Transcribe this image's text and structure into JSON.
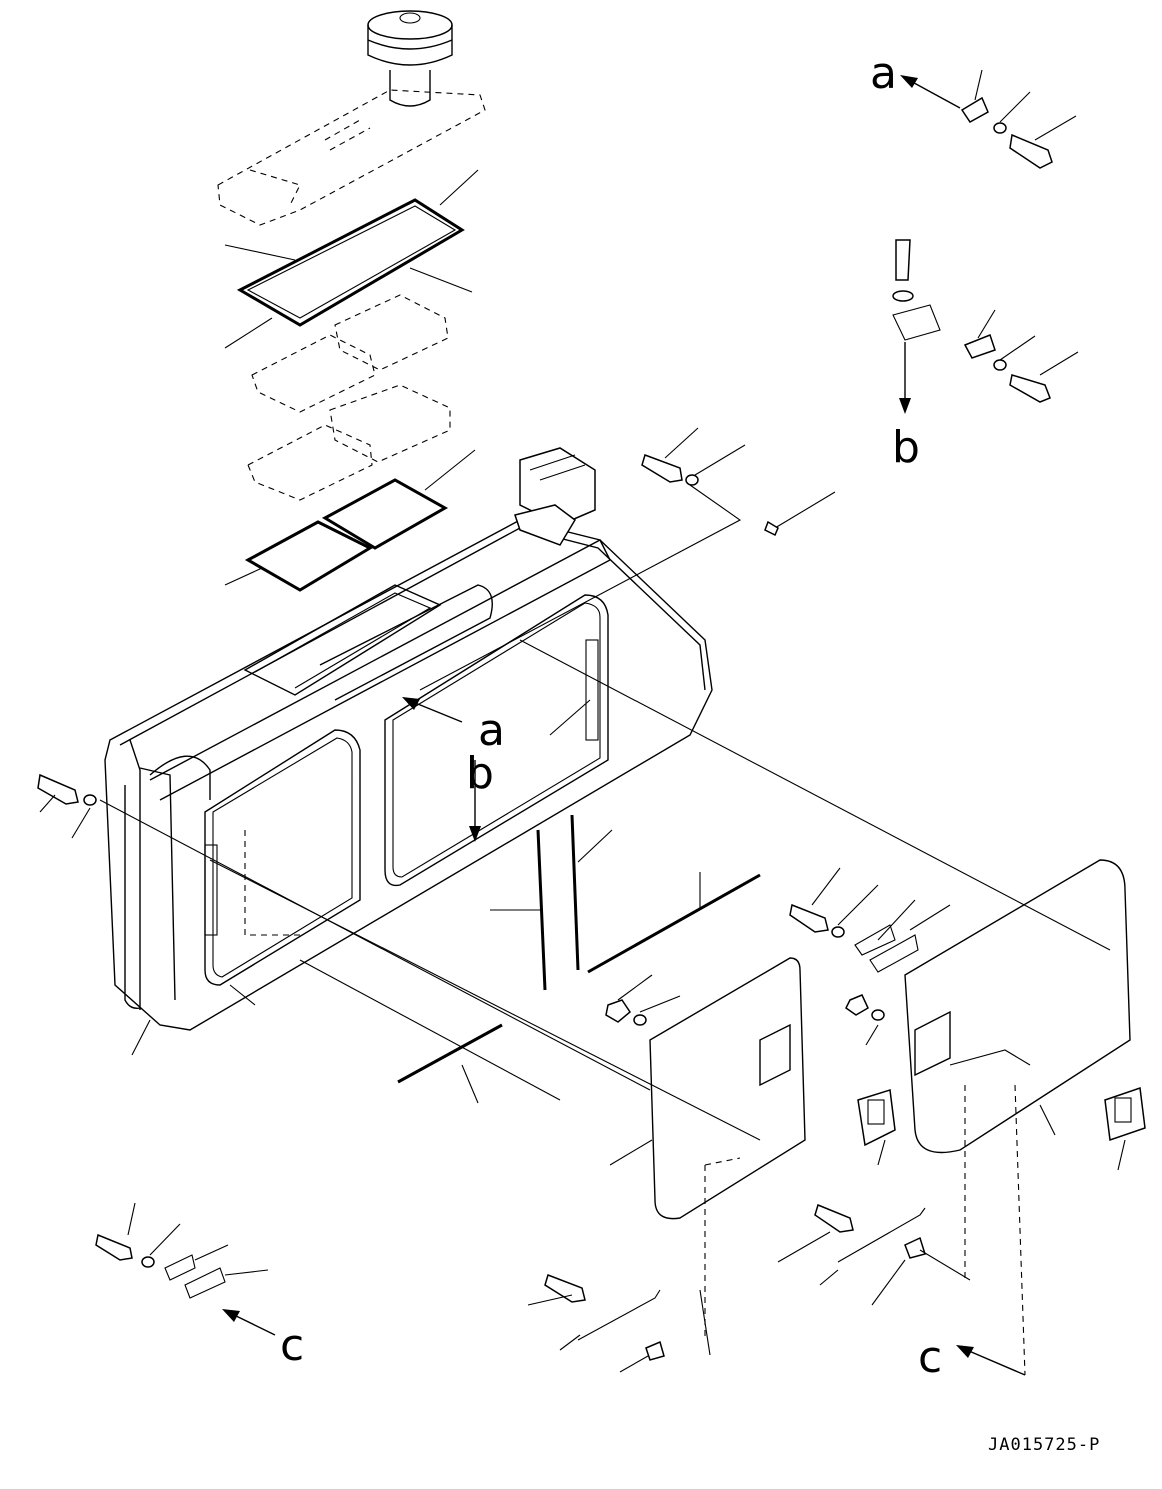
{
  "drawing": {
    "drawing_number": "JA015725-P",
    "view_labels": {
      "a_detail": "a",
      "a_body": "a",
      "b_detail": "b",
      "b_body": "b",
      "c_left": "c",
      "c_right": "c"
    }
  }
}
